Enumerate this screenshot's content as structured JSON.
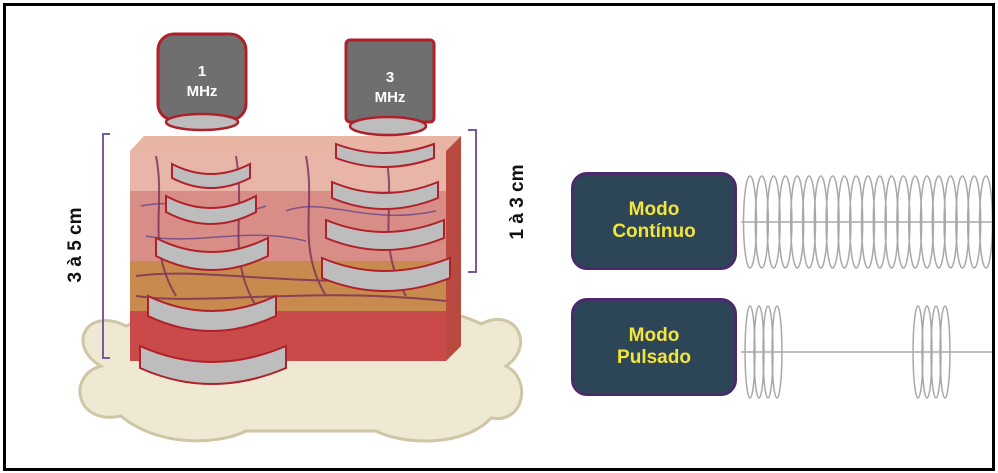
{
  "probes": {
    "low": {
      "value": "1",
      "unit": "MHz"
    },
    "high": {
      "value": "3",
      "unit": "MHz"
    }
  },
  "depths": {
    "low": "3 à 5 cm",
    "high": "1 à 3 cm"
  },
  "modes": {
    "continuous": {
      "line1": "Modo",
      "line2": "Contínuo"
    },
    "pulsed": {
      "line1": "Modo",
      "line2": "Pulsado"
    }
  },
  "colors": {
    "probe_fill": "#6f6f6f",
    "probe_border": "#b0202a",
    "wave_arc": "#bdbdbd",
    "mode_box": "#2d4657",
    "mode_text": "#f5e43a",
    "bracket": "#7a5a9a"
  }
}
